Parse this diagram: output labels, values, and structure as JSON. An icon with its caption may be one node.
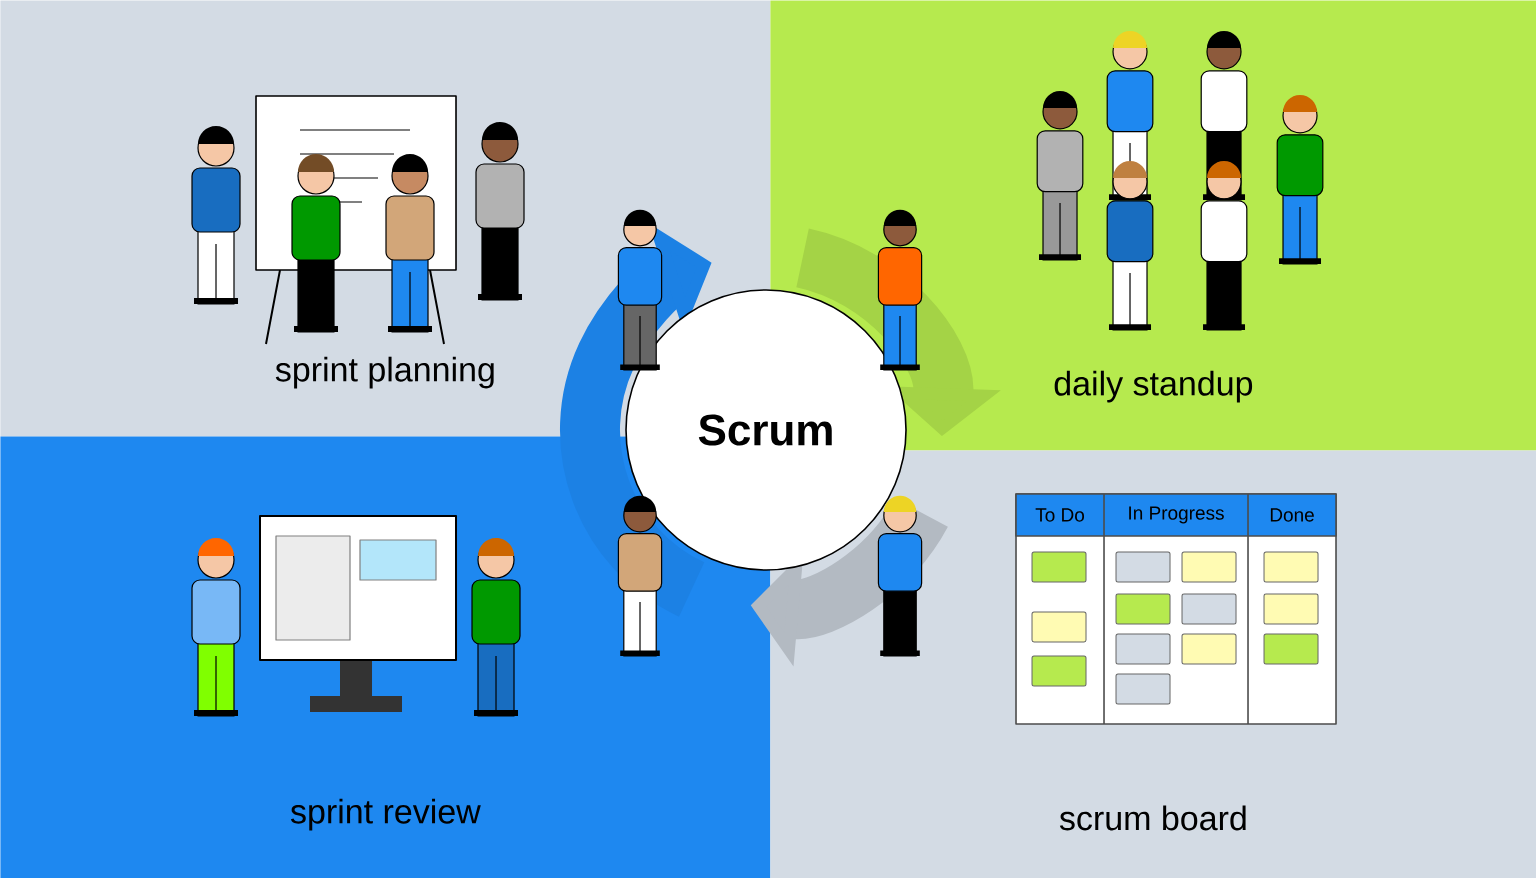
{
  "diagram": {
    "nodes": [
      {
        "text": [
          "sprint planning"
        ]
      },
      {
        "text": [
          "daily standup"
        ]
      },
      {
        "text": [
          "sprint review"
        ]
      },
      {
        "text": [
          "scrum board"
        ]
      },
      {
        "text": [
          "Scrum"
        ]
      }
    ],
    "labels": [
      "To Do",
      "In Progress",
      "Done"
    ]
  }
}
